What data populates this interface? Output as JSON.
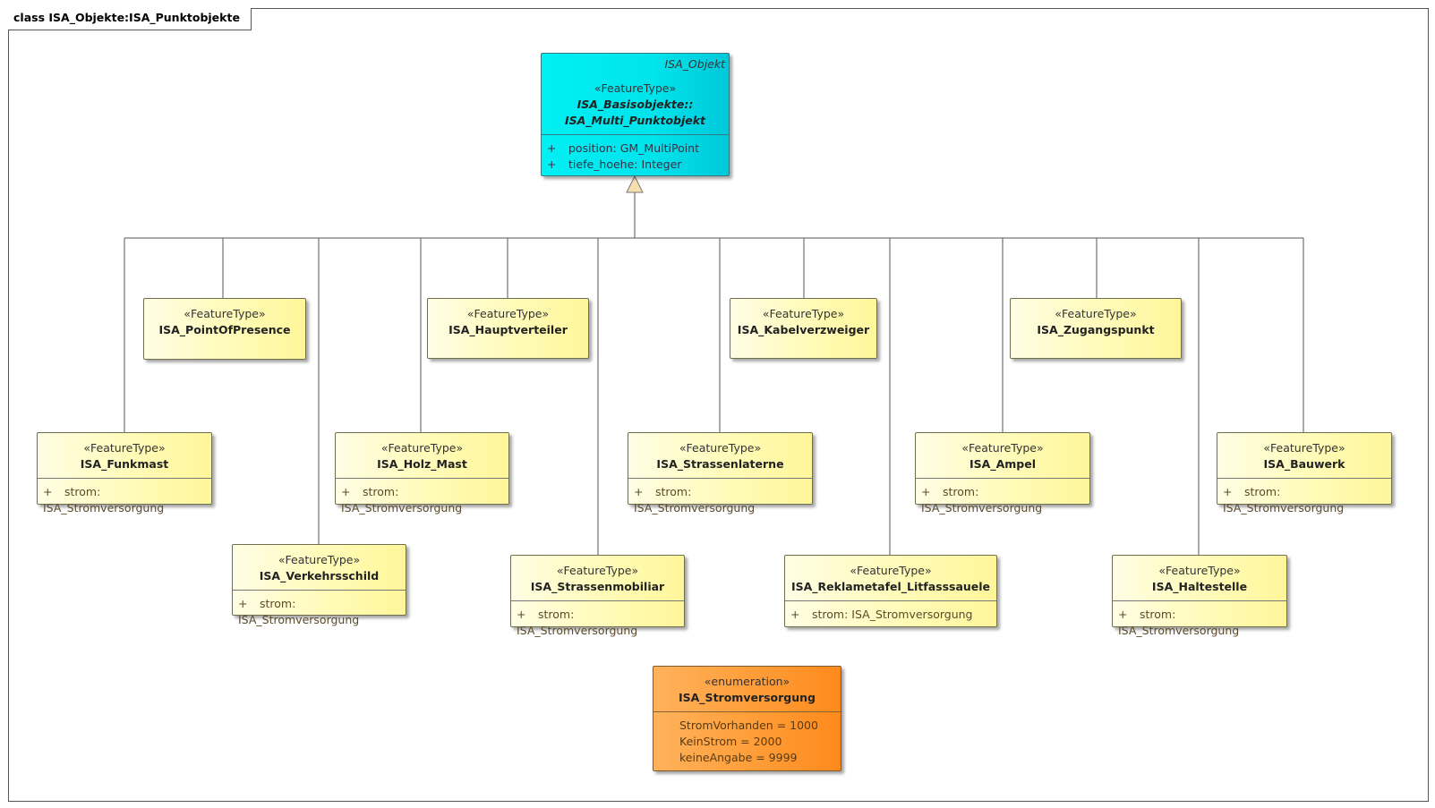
{
  "frame_label": "class ISA_Objekte:ISA_Punktobjekte",
  "base_class": {
    "abstract_parent": "ISA_Objekt",
    "stereotype": "«FeatureType»",
    "name_line1": "ISA_Basisobjekte::",
    "name_line2": "ISA_Multi_Punktobjekt",
    "attributes": [
      {
        "visibility": "+",
        "text": "position: GM_MultiPoint"
      },
      {
        "visibility": "+",
        "text": "tiefe_hoehe: Integer"
      }
    ]
  },
  "classes": [
    {
      "id": "ISA_PointOfPresence",
      "stereotype": "«FeatureType»",
      "name": "ISA_PointOfPresence",
      "attributes": []
    },
    {
      "id": "ISA_Hauptverteiler",
      "stereotype": "«FeatureType»",
      "name": "ISA_Hauptverteiler",
      "attributes": []
    },
    {
      "id": "ISA_Kabelverzweiger",
      "stereotype": "«FeatureType»",
      "name": "ISA_Kabelverzweiger",
      "attributes": []
    },
    {
      "id": "ISA_Zugangspunkt",
      "stereotype": "«FeatureType»",
      "name": "ISA_Zugangspunkt",
      "attributes": []
    },
    {
      "id": "ISA_Funkmast",
      "stereotype": "«FeatureType»",
      "name": "ISA_Funkmast",
      "attributes": [
        {
          "visibility": "+",
          "text": "strom: ISA_Stromversorgung"
        }
      ]
    },
    {
      "id": "ISA_Holz_Mast",
      "stereotype": "«FeatureType»",
      "name": "ISA_Holz_Mast",
      "attributes": [
        {
          "visibility": "+",
          "text": "strom: ISA_Stromversorgung"
        }
      ]
    },
    {
      "id": "ISA_Strassenlaterne",
      "stereotype": "«FeatureType»",
      "name": "ISA_Strassenlaterne",
      "attributes": [
        {
          "visibility": "+",
          "text": "strom: ISA_Stromversorgung"
        }
      ]
    },
    {
      "id": "ISA_Ampel",
      "stereotype": "«FeatureType»",
      "name": "ISA_Ampel",
      "attributes": [
        {
          "visibility": "+",
          "text": "strom: ISA_Stromversorgung"
        }
      ]
    },
    {
      "id": "ISA_Bauwerk",
      "stereotype": "«FeatureType»",
      "name": "ISA_Bauwerk",
      "attributes": [
        {
          "visibility": "+",
          "text": "strom: ISA_Stromversorgung"
        }
      ]
    },
    {
      "id": "ISA_Verkehrsschild",
      "stereotype": "«FeatureType»",
      "name": "ISA_Verkehrsschild",
      "attributes": [
        {
          "visibility": "+",
          "text": "strom: ISA_Stromversorgung"
        }
      ]
    },
    {
      "id": "ISA_Strassenmobiliar",
      "stereotype": "«FeatureType»",
      "name": "ISA_Strassenmobiliar",
      "attributes": [
        {
          "visibility": "+",
          "text": "strom: ISA_Stromversorgung"
        }
      ]
    },
    {
      "id": "ISA_Reklametafel_Litfasssauele",
      "stereotype": "«FeatureType»",
      "name": "ISA_Reklametafel_Litfasssauele",
      "attributes": [
        {
          "visibility": "+",
          "text": "strom: ISA_Stromversorgung"
        }
      ]
    },
    {
      "id": "ISA_Haltestelle",
      "stereotype": "«FeatureType»",
      "name": "ISA_Haltestelle",
      "attributes": [
        {
          "visibility": "+",
          "text": "strom: ISA_Stromversorgung"
        }
      ]
    }
  ],
  "enumeration": {
    "stereotype": "«enumeration»",
    "name": "ISA_Stromversorgung",
    "literals": [
      "StromVorhanden = 1000",
      "KeinStrom = 2000",
      "keineAngabe = 9999"
    ]
  }
}
